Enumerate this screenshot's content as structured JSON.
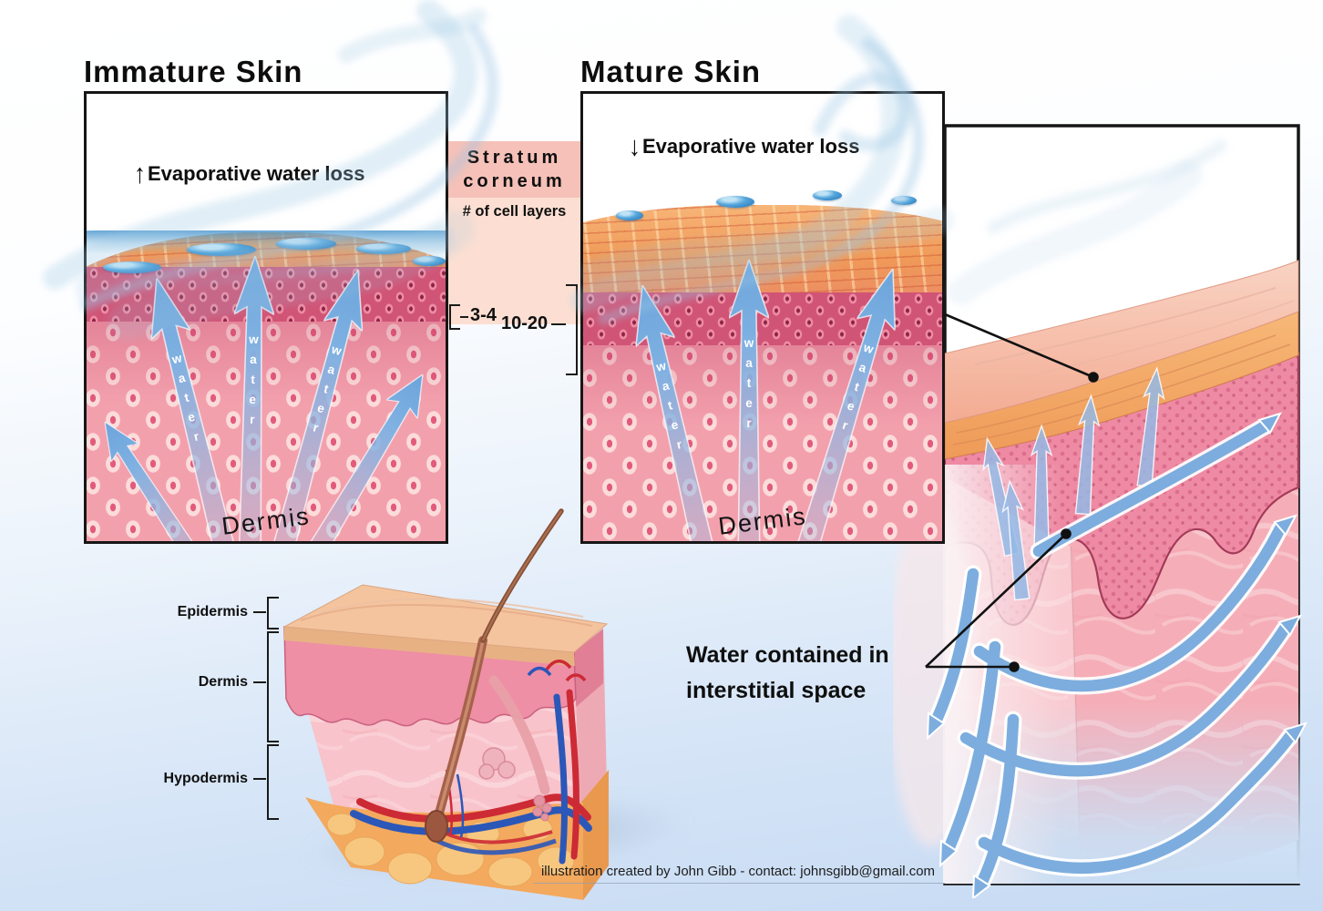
{
  "titles": {
    "immature": "Immature Skin",
    "mature": "Mature Skin"
  },
  "annotations": {
    "immature": {
      "arrow": "↑",
      "text": "Evaporative water loss"
    },
    "mature": {
      "arrow": "↓",
      "text": "Evaporative water loss"
    }
  },
  "legend": {
    "title": "Stratum corneum",
    "subtitle": "# of cell layers",
    "immature_layers": "3-4",
    "mature_layers": "10-20"
  },
  "panels": {
    "immature": {
      "dermis_label": "Dermis"
    },
    "mature": {
      "dermis_label": "Dermis"
    }
  },
  "water_labels": {
    "immature": [
      "water",
      "water",
      "water"
    ],
    "mature": [
      "water",
      "water",
      "water"
    ]
  },
  "anatomy": {
    "layers": [
      {
        "label": "Epidermis"
      },
      {
        "label": "Dermis"
      },
      {
        "label": "Hypodermis"
      }
    ]
  },
  "captions": {
    "interstitial": "Water contained in interstitial space"
  },
  "credit": {
    "text": "illustration created by John Gibb - contact: johnsgibb@gmail.com"
  },
  "colors": {
    "arrow_blue": "#7cadde",
    "legend_header": "#f5c1b8",
    "legend_body": "#fcdfd2",
    "tissue_pink": "#f3a0ad",
    "stratum_orange": "#f2a063",
    "smoke_blue": "#9cc6e4",
    "border_black": "#161616"
  }
}
